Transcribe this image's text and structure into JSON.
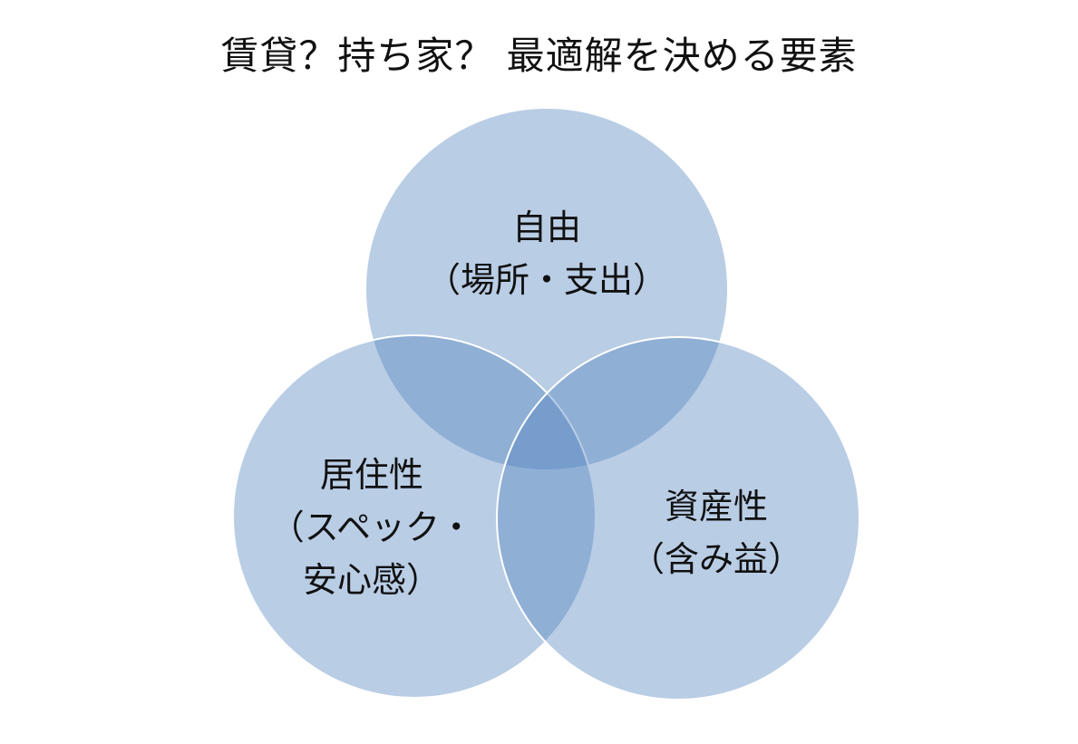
{
  "title": "賃貸？持ち家？ 最適解を決める要素",
  "colors": {
    "circle_fill": "#4f81bd",
    "stroke": "#ffffff"
  },
  "circles": [
    {
      "line1": "自由",
      "line2": "（場所・支出）"
    },
    {
      "line1": "居住性",
      "line2": "（スペック・",
      "line3": "安心感）"
    },
    {
      "line1": "資産性",
      "line2": "（含み益）"
    }
  ]
}
